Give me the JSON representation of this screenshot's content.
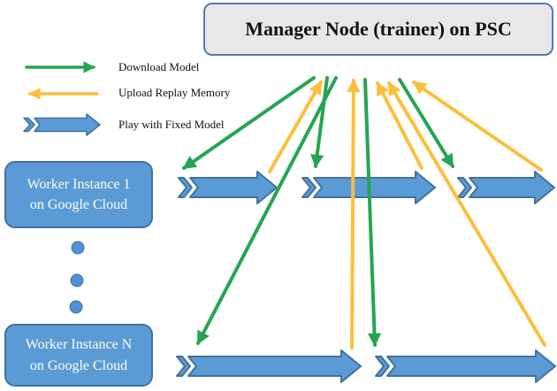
{
  "manager": {
    "label": "Manager Node (trainer) on PSC"
  },
  "legend": [
    {
      "id": "download",
      "label": "Download Model"
    },
    {
      "id": "upload",
      "label": "Upload Replay Memory"
    },
    {
      "id": "play",
      "label": "Play with Fixed Model"
    }
  ],
  "workers": {
    "first": {
      "name": "Worker Instance 1",
      "location": "on Google Cloud"
    },
    "last": {
      "name": "Worker Instance N",
      "location": "on Google Cloud"
    }
  },
  "ellipsis": {
    "dot_count": 3
  },
  "colors": {
    "download_green": "#27A452",
    "upload_yellow": "#FBBF3B",
    "play_blue_fill": "#5B9BD5",
    "play_blue_border": "#41719C",
    "manager_fill": "#E9E8E8",
    "manager_border": "#4E7DB0",
    "worker_fill": "#5B9BD5",
    "worker_border": "#41719C",
    "worker_text": "#FFFFFF",
    "dot_blue": "#4D94D6"
  }
}
